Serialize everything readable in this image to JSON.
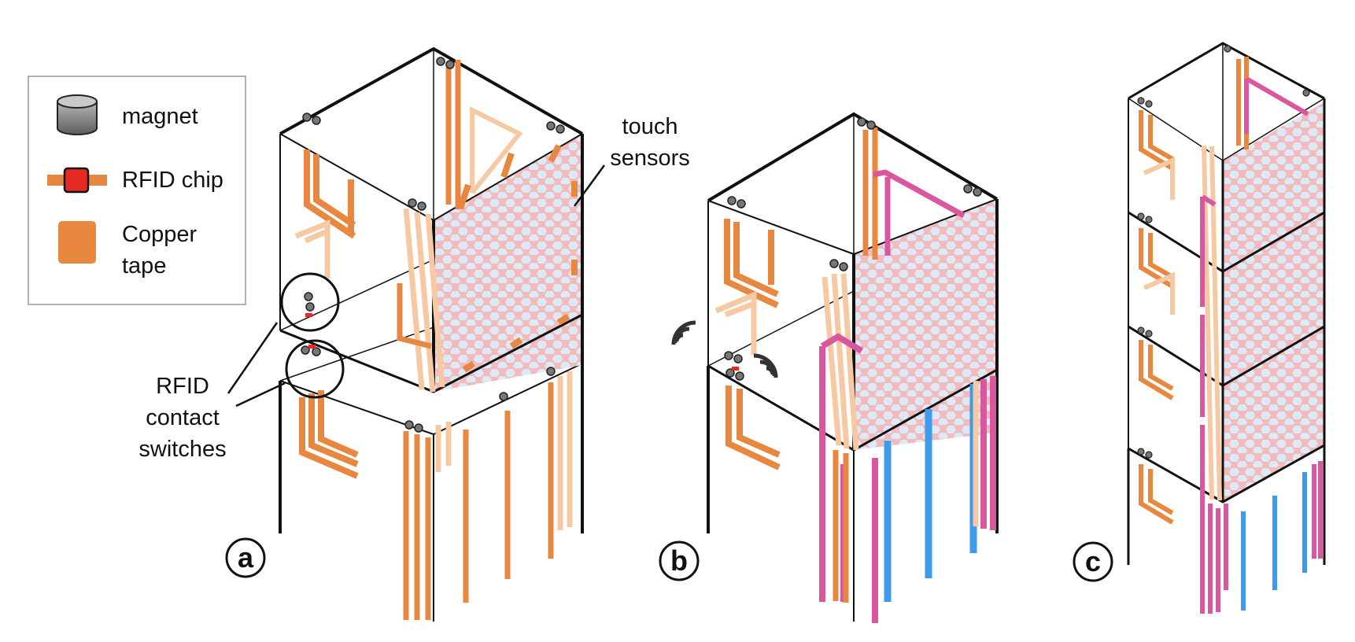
{
  "legend": {
    "items": [
      {
        "icon": "magnet-icon",
        "label": "magnet"
      },
      {
        "icon": "rfid-chip-icon",
        "label": "RFID chip"
      },
      {
        "icon": "copper-tape-icon",
        "label_line1": "Copper",
        "label_line2": "tape"
      }
    ]
  },
  "annotations": {
    "touch_sensors": [
      "touch",
      "sensors"
    ],
    "rfid_switches": [
      "RFID",
      "contact",
      "switches"
    ]
  },
  "panels": [
    "a",
    "b",
    "c"
  ],
  "colors": {
    "copper": "#E8873F",
    "copper_light": "#F6C9A3",
    "sensor_pink": "#F4B9BB",
    "sensor_dot": "#DCE9F7",
    "pink_trace": "#D9579F",
    "blue_trace": "#3E9BEA",
    "magnet": "#7a7a7a",
    "chip_red": "#E42A22"
  }
}
